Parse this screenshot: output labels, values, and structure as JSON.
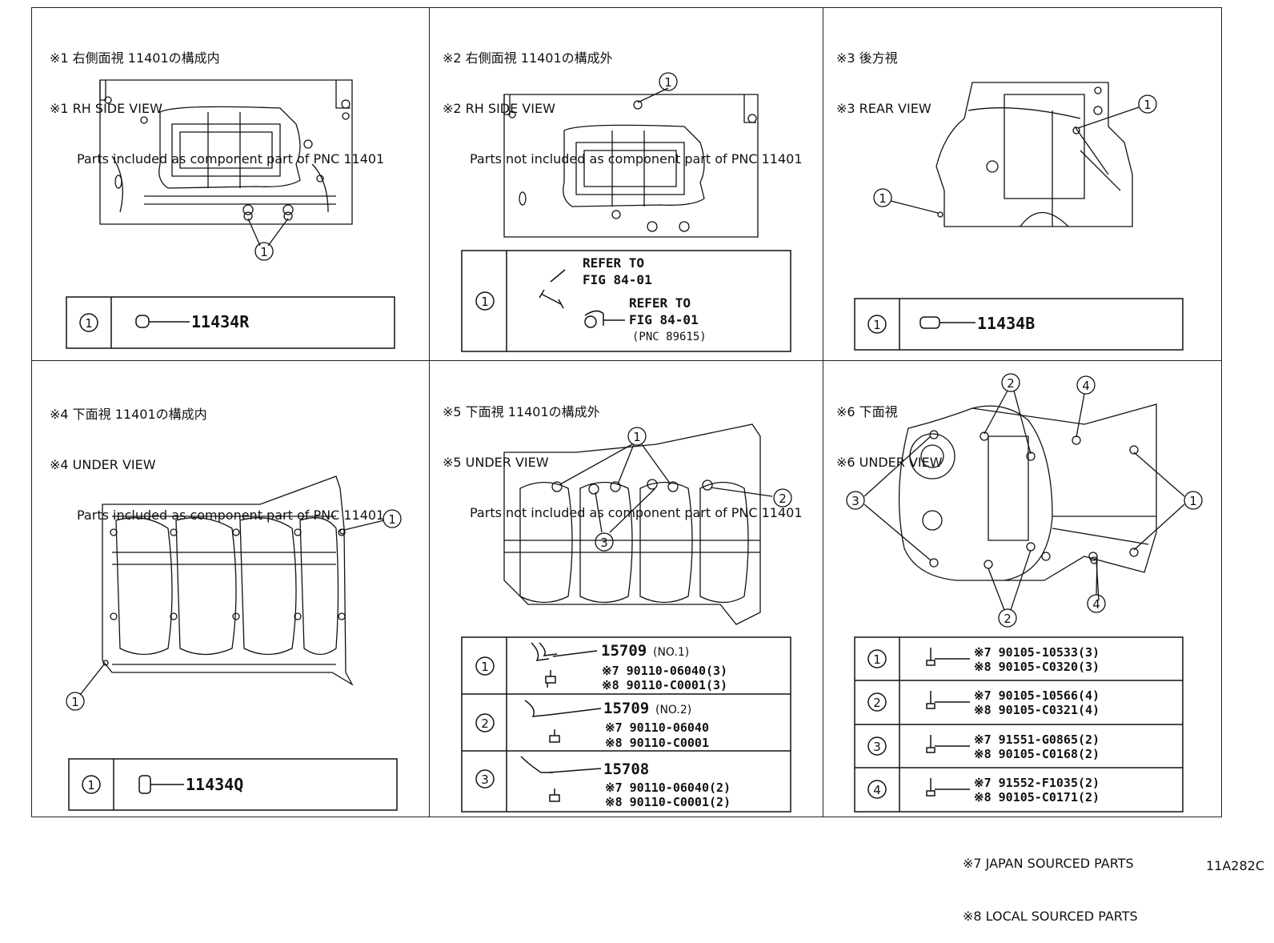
{
  "panels": [
    {
      "line1": "※1 右側面視 11401の構成内",
      "line2": "※1 RH SIDE VIEW",
      "line3": "Parts included as component part of PNC 11401",
      "table": [
        {
          "num": "1",
          "part": "11434R"
        }
      ]
    },
    {
      "line1": "※2 右側面視 11401の構成外",
      "line2": "※2 RH SIDE VIEW",
      "line3": "Parts not included as component part of PNC 11401",
      "refer1a": "REFER TO",
      "refer1b": "FIG 84-01",
      "refer2a": "REFER TO",
      "refer2b": "FIG 84-01",
      "refer2c": "(PNC 89615)",
      "num": "1"
    },
    {
      "line1": "※3 後方視",
      "line2": "※3 REAR VIEW",
      "table": [
        {
          "num": "1",
          "part": "11434B"
        }
      ]
    },
    {
      "line1": "※4 下面視 11401の構成内",
      "line2": "※4 UNDER VIEW",
      "line3": "Parts included as component part of PNC 11401",
      "table": [
        {
          "num": "1",
          "part": "11434Q"
        }
      ]
    },
    {
      "line1": "※5 下面視 11401の構成外",
      "line2": "※5 UNDER VIEW",
      "line3": "Parts not included as component part of PNC 11401",
      "rows": [
        {
          "num": "1",
          "pnc": "15709",
          "pnc_note": "(NO.1)",
          "jp": "※7 90110-06040(3)",
          "local": "※8 90110-C0001(3)"
        },
        {
          "num": "2",
          "pnc": "15709",
          "pnc_note": "(NO.2)",
          "jp": "※7 90110-06040",
          "local": "※8 90110-C0001"
        },
        {
          "num": "3",
          "pnc": "15708",
          "pnc_note": "",
          "jp": "※7 90110-06040(2)",
          "local": "※8 90110-C0001(2)"
        }
      ]
    },
    {
      "line1": "※6 下面視",
      "line2": "※6 UNDER VIEW",
      "rows": [
        {
          "num": "1",
          "jp": "※7 90105-10533(3)",
          "local": "※8 90105-C0320(3)"
        },
        {
          "num": "2",
          "jp": "※7 90105-10566(4)",
          "local": "※8 90105-C0321(4)"
        },
        {
          "num": "3",
          "jp": "※7 91551-G0865(2)",
          "local": "※8 90105-C0168(2)"
        },
        {
          "num": "4",
          "jp": "※7 91552-F1035(2)",
          "local": "※8 90105-C0171(2)"
        }
      ]
    }
  ],
  "footnotes": {
    "japan": "※7 JAPAN SOURCED PARTS",
    "local": "※8 LOCAL SOURCED PARTS"
  },
  "figure_code": "11A282C"
}
